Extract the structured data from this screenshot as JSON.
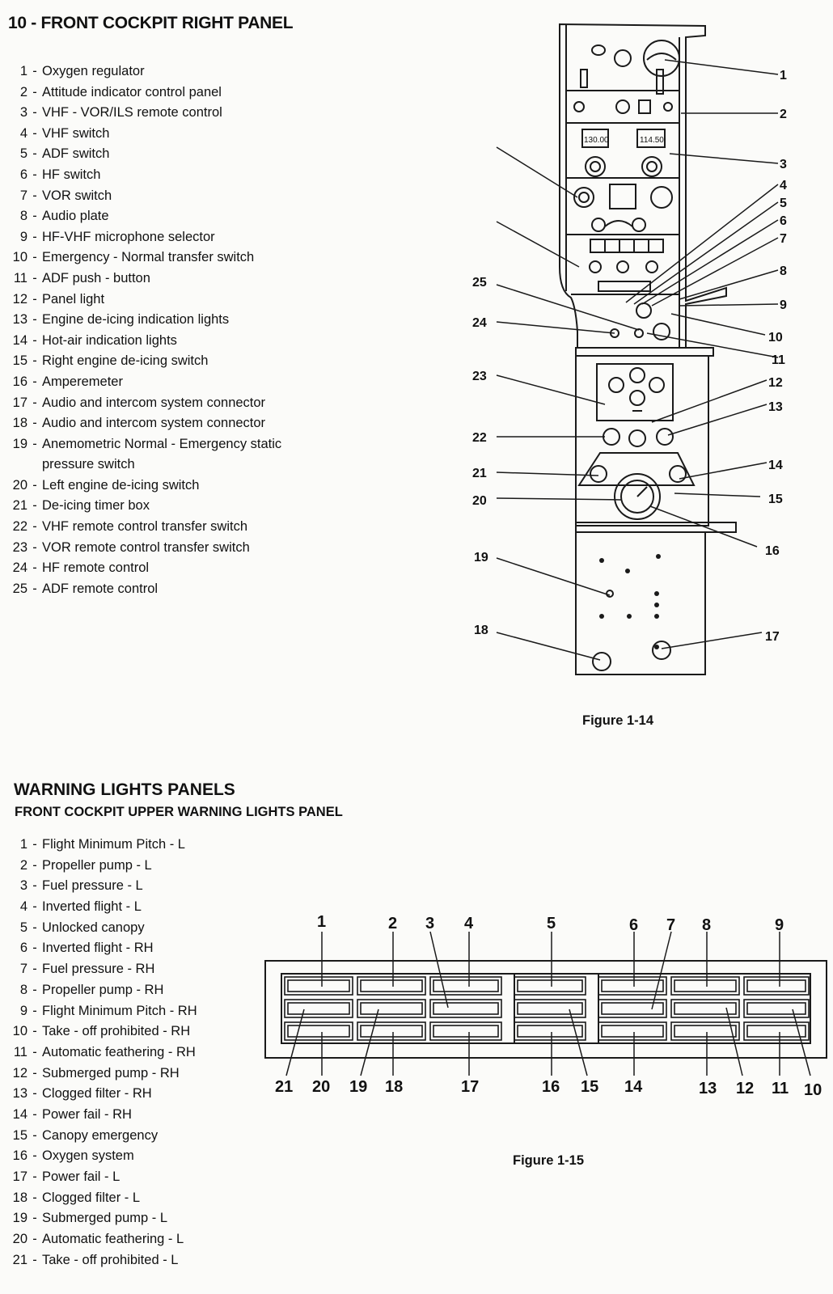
{
  "section1": {
    "title": "10 - FRONT COCKPIT RIGHT PANEL",
    "items": [
      {
        "num": "1",
        "label": "Oxygen regulator"
      },
      {
        "num": "2",
        "label": "Attitude indicator control panel"
      },
      {
        "num": "3",
        "label": "VHF - VOR/ILS remote control"
      },
      {
        "num": "4",
        "label": "VHF switch"
      },
      {
        "num": "5",
        "label": "ADF switch"
      },
      {
        "num": "6",
        "label": "HF switch"
      },
      {
        "num": "7",
        "label": "VOR switch"
      },
      {
        "num": "8",
        "label": "Audio plate"
      },
      {
        "num": "9",
        "label": "HF-VHF microphone selector"
      },
      {
        "num": "10",
        "label": "Emergency - Normal transfer switch"
      },
      {
        "num": "11",
        "label": "ADF push - button"
      },
      {
        "num": "12",
        "label": "Panel light"
      },
      {
        "num": "13",
        "label": "Engine de-icing indication lights"
      },
      {
        "num": "14",
        "label": "Hot-air indication lights"
      },
      {
        "num": "15",
        "label": "Right engine de-icing switch"
      },
      {
        "num": "16",
        "label": "Amperemeter"
      },
      {
        "num": "17",
        "label": "Audio and intercom system connector"
      },
      {
        "num": "18",
        "label": "Audio and intercom system connector"
      },
      {
        "num": "19",
        "label": "Anemometric Normal - Emergency static",
        "cont": "pressure switch"
      },
      {
        "num": "20",
        "label": "Left engine de-icing switch"
      },
      {
        "num": "21",
        "label": "De-icing timer box"
      },
      {
        "num": "22",
        "label": "VHF remote control transfer switch"
      },
      {
        "num": "23",
        "label": "VOR remote control transfer switch"
      },
      {
        "num": "24",
        "label": "HF remote control"
      },
      {
        "num": "25",
        "label": "ADF remote control"
      }
    ],
    "figure_caption": "Figure 1-14",
    "panel_readouts": {
      "left": "130.00",
      "right": "114.50"
    }
  },
  "section2": {
    "heading": "WARNING LIGHTS PANELS",
    "subheading": "FRONT COCKPIT UPPER WARNING LIGHTS PANEL",
    "items": [
      {
        "num": "1",
        "label": "Flight Minimum Pitch - L"
      },
      {
        "num": "2",
        "label": "Propeller pump - L"
      },
      {
        "num": "3",
        "label": "Fuel pressure - L"
      },
      {
        "num": "4",
        "label": "Inverted flight - L"
      },
      {
        "num": "5",
        "label": "Unlocked canopy"
      },
      {
        "num": "6",
        "label": "Inverted flight - RH"
      },
      {
        "num": "7",
        "label": "Fuel pressure - RH"
      },
      {
        "num": "8",
        "label": "Propeller pump - RH"
      },
      {
        "num": "9",
        "label": "Flight Minimum Pitch - RH"
      },
      {
        "num": "10",
        "label": "Take - off prohibited - RH"
      },
      {
        "num": "11",
        "label": "Automatic feathering - RH"
      },
      {
        "num": "12",
        "label": "Submerged pump - RH"
      },
      {
        "num": "13",
        "label": "Clogged filter - RH"
      },
      {
        "num": "14",
        "label": "Power fail - RH"
      },
      {
        "num": "15",
        "label": "Canopy emergency"
      },
      {
        "num": "16",
        "label": "Oxygen system"
      },
      {
        "num": "17",
        "label": "Power fail - L"
      },
      {
        "num": "18",
        "label": "Clogged filter - L"
      },
      {
        "num": "19",
        "label": "Submerged pump - L"
      },
      {
        "num": "20",
        "label": "Automatic feathering - L"
      },
      {
        "num": "21",
        "label": "Take - off prohibited - L"
      }
    ],
    "figure_caption": "Figure 1-15"
  },
  "common": {
    "dash": "-"
  },
  "fig14_callouts": [
    "1",
    "2",
    "3",
    "4",
    "5",
    "6",
    "7",
    "8",
    "9",
    "10",
    "11",
    "12",
    "13",
    "14",
    "15",
    "16",
    "17",
    "18",
    "19",
    "20",
    "21",
    "22",
    "23",
    "24",
    "25"
  ],
  "fig15_callouts": [
    "1",
    "2",
    "3",
    "4",
    "5",
    "6",
    "7",
    "8",
    "9",
    "10",
    "11",
    "12",
    "13",
    "14",
    "15",
    "16",
    "17",
    "18",
    "19",
    "20",
    "21"
  ]
}
